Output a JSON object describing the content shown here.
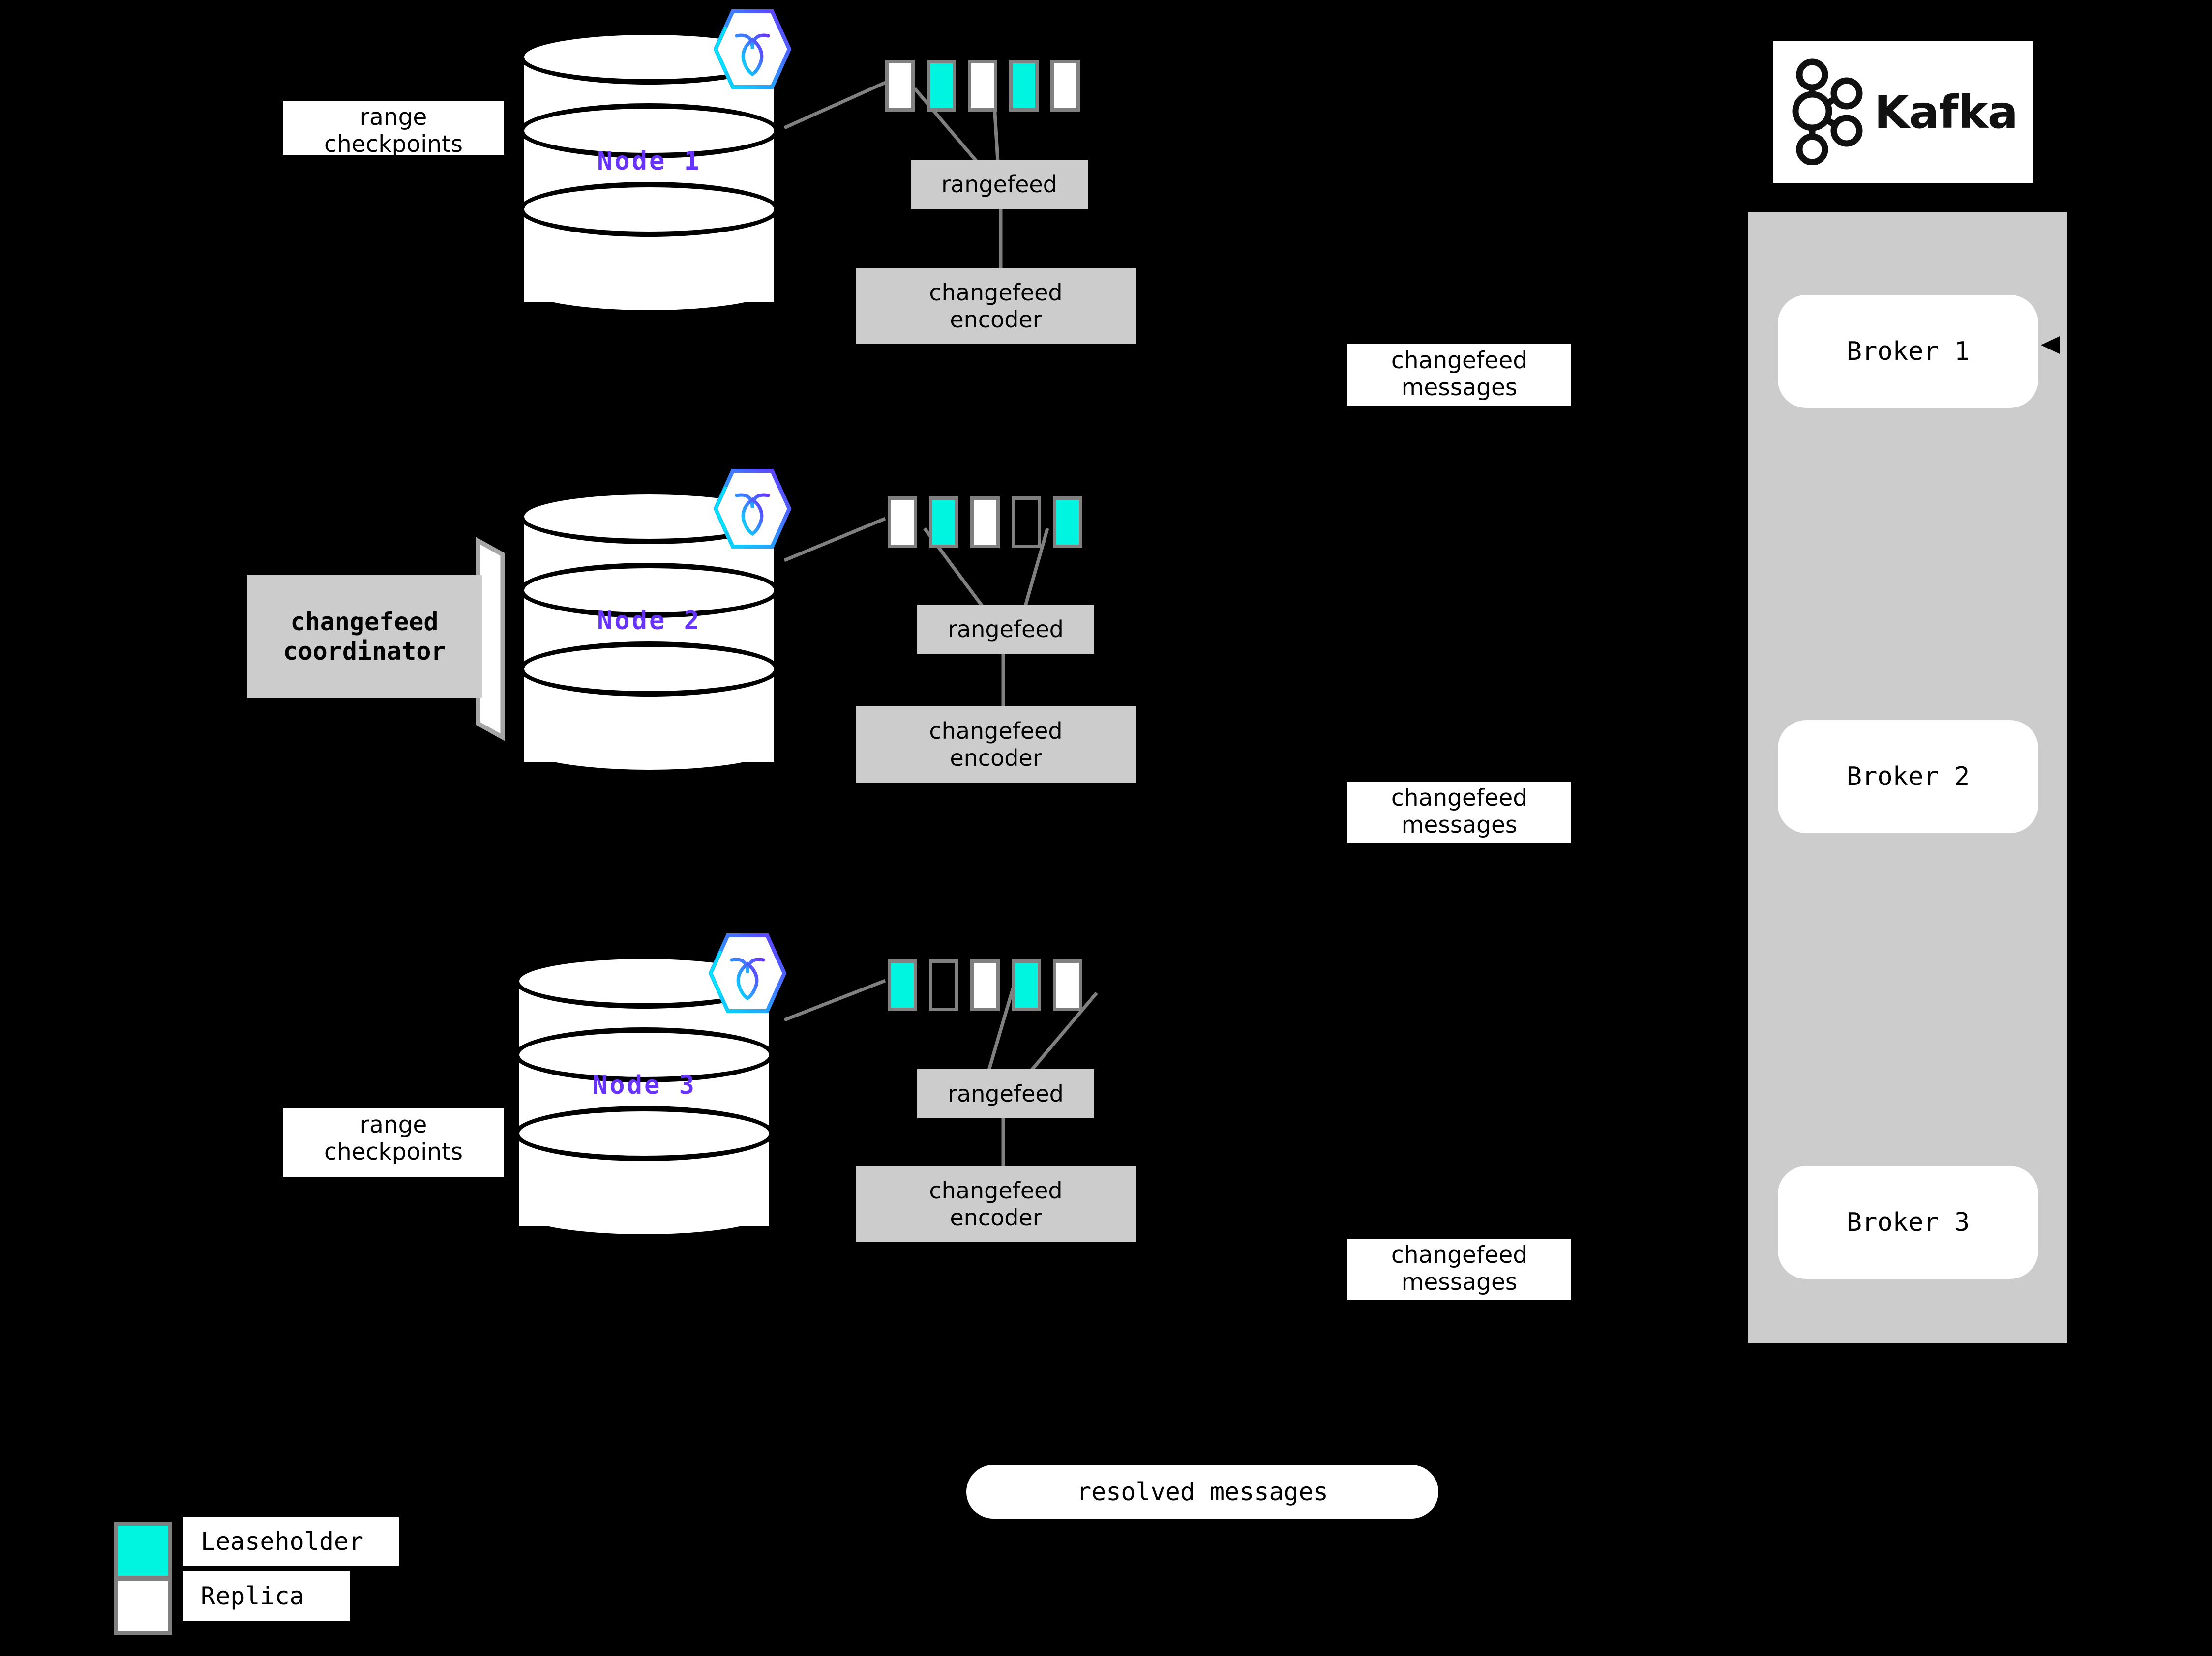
{
  "diagram": {
    "title": "CockroachDB changefeed to Kafka architecture",
    "colors": {
      "leaseholder": "#00f5e1",
      "replica": "#ffffff",
      "node_label": "#6933ff",
      "process_box": "#cccccc",
      "background": "#000000",
      "range_border": "#808080"
    }
  },
  "nodes": [
    {
      "label": "Node 1",
      "logo_icon": "cockroachdb-hexagon-icon",
      "ranges": [
        "replica",
        "leaseholder",
        "replica",
        "leaseholder",
        "replica"
      ],
      "rangefeed_label": "rangefeed",
      "encoder_label": "changefeed\nencoder",
      "encoder_line1": "changefeed",
      "encoder_line2": "encoder",
      "side_label_line1": "range",
      "side_label_line2": "checkpoints"
    },
    {
      "label": "Node 2",
      "logo_icon": "cockroachdb-hexagon-icon",
      "ranges": [
        "replica",
        "leaseholder",
        "replica",
        "empty",
        "leaseholder"
      ],
      "rangefeed_label": "rangefeed",
      "encoder_label": "changefeed\nencoder",
      "encoder_line1": "changefeed",
      "encoder_line2": "encoder",
      "coordinator_line1": "changefeed",
      "coordinator_line2": "coordinator"
    },
    {
      "label": "Node 3",
      "logo_icon": "cockroachdb-hexagon-icon",
      "ranges": [
        "leaseholder",
        "empty",
        "replica",
        "leaseholder",
        "replica"
      ],
      "rangefeed_label": "rangefeed",
      "encoder_label": "changefeed\nencoder",
      "encoder_line1": "changefeed",
      "encoder_line2": "encoder",
      "side_label_line1": "range",
      "side_label_line2": "checkpoints"
    }
  ],
  "changefeed_messages": [
    {
      "line1": "changefeed",
      "line2": "messages"
    },
    {
      "line1": "changefeed",
      "line2": "messages"
    },
    {
      "line1": "changefeed",
      "line2": "messages"
    }
  ],
  "kafka": {
    "wordmark": "Kafka",
    "logo_icon": "kafka-nodes-icon",
    "brokers": [
      "Broker 1",
      "Broker 2",
      "Broker 3"
    ]
  },
  "resolved": {
    "label": "resolved messages"
  },
  "legend": {
    "items": [
      {
        "swatch": "leaseholder",
        "label": "Leaseholder"
      },
      {
        "swatch": "replica",
        "label": "Replica"
      }
    ]
  }
}
